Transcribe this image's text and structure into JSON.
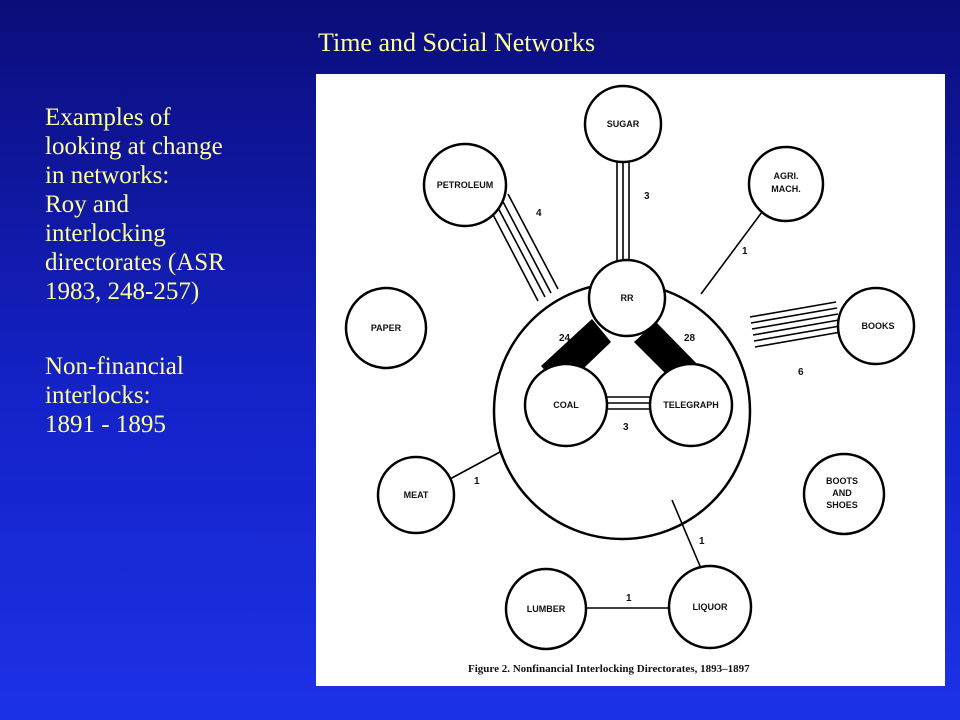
{
  "slide": {
    "title": "Time and Social Networks",
    "left_text": [
      "Examples of",
      "looking at change",
      "in networks:",
      "Roy and",
      "interlocking",
      "directorates (ASR",
      "1983, 248-257)"
    ],
    "left_text_2": [
      "Non-financial",
      "interlocks:",
      "1891 - 1895"
    ]
  },
  "figure": {
    "caption": "Figure 2.  Nonfinancial Interlocking Directorates, 1893–1897",
    "nodes": [
      {
        "id": "sugar",
        "lines": [
          "SUGAR"
        ]
      },
      {
        "id": "petroleum",
        "lines": [
          "PETROLEUM"
        ]
      },
      {
        "id": "agri",
        "lines": [
          "AGRI.",
          "MACH."
        ]
      },
      {
        "id": "paper",
        "lines": [
          "PAPER"
        ]
      },
      {
        "id": "books",
        "lines": [
          "BOOKS"
        ]
      },
      {
        "id": "rr",
        "lines": [
          "RR"
        ]
      },
      {
        "id": "coal",
        "lines": [
          "COAL"
        ]
      },
      {
        "id": "telegraph",
        "lines": [
          "TELEGRAPH"
        ]
      },
      {
        "id": "boots",
        "lines": [
          "BOOTS",
          "AND",
          "SHOES"
        ]
      },
      {
        "id": "meat",
        "lines": [
          "MEAT"
        ]
      },
      {
        "id": "lumber",
        "lines": [
          "LUMBER"
        ]
      },
      {
        "id": "liquor",
        "lines": [
          "LIQUOR"
        ]
      }
    ],
    "edges": [
      {
        "id": "sugar-hub",
        "label": "3"
      },
      {
        "id": "petroleum-hub",
        "label": "4"
      },
      {
        "id": "agri-hub",
        "label": "1"
      },
      {
        "id": "books-hub",
        "label": "6"
      },
      {
        "id": "rr-coal",
        "label": "24"
      },
      {
        "id": "rr-telegraph",
        "label": "28"
      },
      {
        "id": "coal-telegraph",
        "label": "3"
      },
      {
        "id": "meat-hub",
        "label": "1"
      },
      {
        "id": "hub-liquor",
        "label": "1"
      },
      {
        "id": "lumber-liquor",
        "label": "1"
      }
    ]
  }
}
